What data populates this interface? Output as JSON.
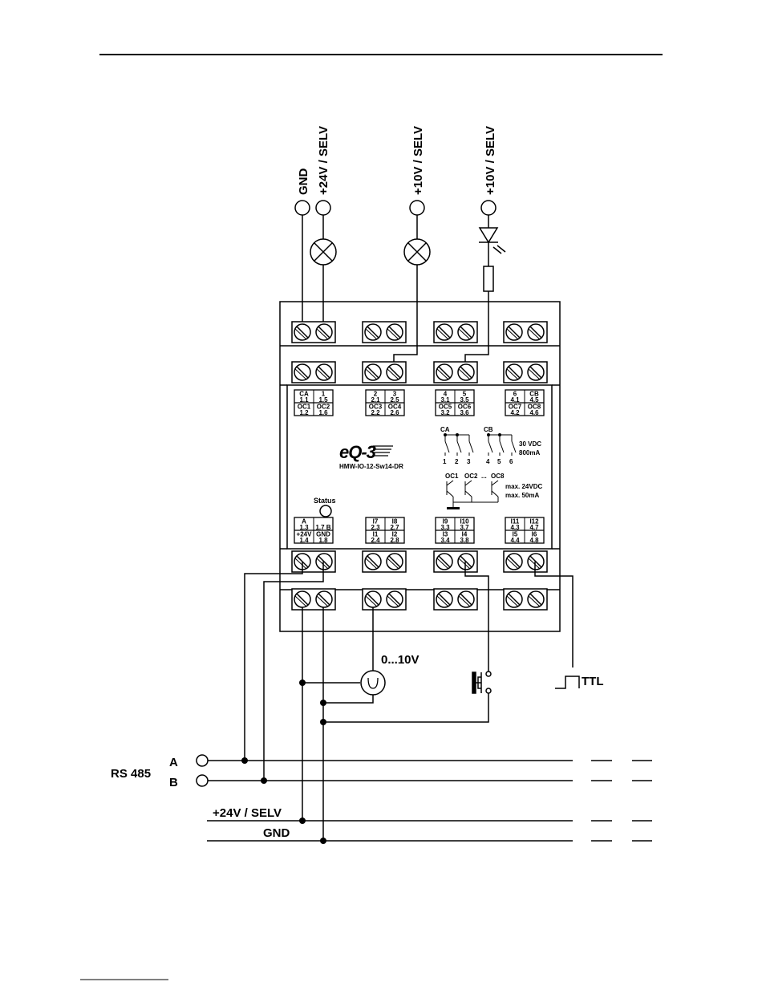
{
  "top_labels": {
    "gnd": "GND",
    "plus24_selv": "+24V / SELV",
    "plus10_selv_a": "+10V / SELV",
    "plus10_selv_b": "+10V / SELV"
  },
  "device": {
    "brand": "eQ-3",
    "model": "HMW-IO-12-Sw14-DR",
    "status_label": "Status",
    "upper_blocks": [
      {
        "c1t": "CA",
        "c1b": "1.1",
        "c2t": "1",
        "c2b": "1.5",
        "c3t": "OC1",
        "c3b": "1.2",
        "c4t": "OC2",
        "c4b": "1.6"
      },
      {
        "c1t": "2",
        "c1b": "2.1",
        "c2t": "3",
        "c2b": "2.5",
        "c3t": "OC3",
        "c3b": "2.2",
        "c4t": "OC4",
        "c4b": "2.6"
      },
      {
        "c1t": "4",
        "c1b": "3.1",
        "c2t": "5",
        "c2b": "3.5",
        "c3t": "OC5",
        "c3b": "3.2",
        "c4t": "OC6",
        "c4b": "3.6"
      },
      {
        "c1t": "6",
        "c1b": "4.1",
        "c2t": "CB",
        "c2b": "4.5",
        "c3t": "OC7",
        "c3b": "4.2",
        "c4t": "OC8",
        "c4b": "4.6"
      }
    ],
    "lower_blocks": [
      {
        "c1t": "A",
        "c1b": "1.3",
        "c2t": "",
        "c2b": "1.7  B",
        "c3t": "+24V",
        "c3b": "1.4",
        "c4t": "GND",
        "c4b": "1.8"
      },
      {
        "c1t": "I7",
        "c1b": "2.3",
        "c2t": "I8",
        "c2b": "2.7",
        "c3t": "I1",
        "c3b": "2.4",
        "c4t": "I2",
        "c4b": "2.8"
      },
      {
        "c1t": "I9",
        "c1b": "3.3",
        "c2t": "I10",
        "c2b": "3.7",
        "c3t": "I3",
        "c3b": "3.4",
        "c4t": "I4",
        "c4b": "3.8"
      },
      {
        "c1t": "I11",
        "c1b": "4.3",
        "c2t": "I12",
        "c2b": "4.7",
        "c3t": "I5",
        "c3b": "4.4",
        "c4t": "I6",
        "c4b": "4.8"
      }
    ],
    "relay": {
      "ca": "CA",
      "cb": "CB",
      "nums": [
        "1",
        "2",
        "3",
        "4",
        "5",
        "6"
      ],
      "rating_v": "30 VDC",
      "rating_a": "800mA"
    },
    "oc": {
      "oc1": "OC1",
      "oc2": "OC2",
      "dots": "...",
      "oc8": "OC8",
      "rating_v": "max. 24VDC",
      "rating_a": "max. 50mA"
    }
  },
  "bottom": {
    "analog_label": "0...10V",
    "ttl_label": "TTL",
    "rs485": "RS 485",
    "line_a": "A",
    "line_b": "B",
    "supply": "+24V / SELV",
    "gnd": "GND"
  }
}
